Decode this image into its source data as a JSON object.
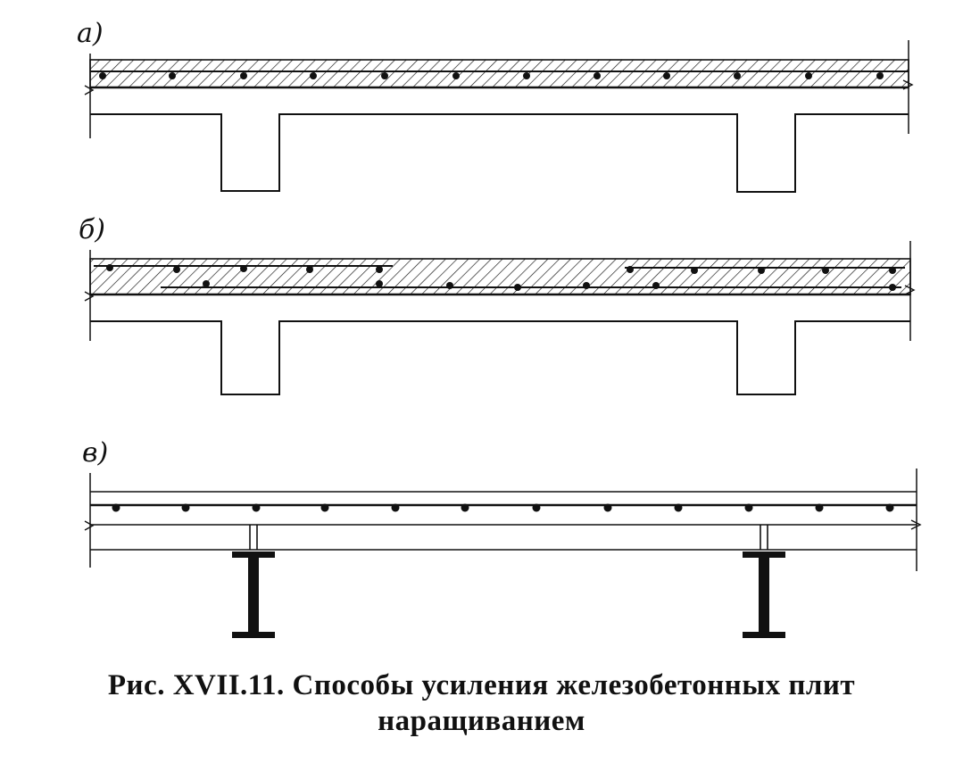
{
  "panels": [
    {
      "label": "а)",
      "overlay": "reinforced-concrete-slab",
      "support": "t-beam-ribs"
    },
    {
      "label": "б)",
      "overlay": "reinforced-concrete-slab-with-laps",
      "support": "t-beam-ribs"
    },
    {
      "label": "в)",
      "overlay": "reinforced-slab-on-steel",
      "support": "steel-i-beams"
    }
  ],
  "caption": {
    "line1": "Рис. XVII.11. Способы усиления железобетонных плит",
    "line2": "наращиванием"
  },
  "colors": {
    "ink": "#111111",
    "paper": "#ffffff"
  }
}
